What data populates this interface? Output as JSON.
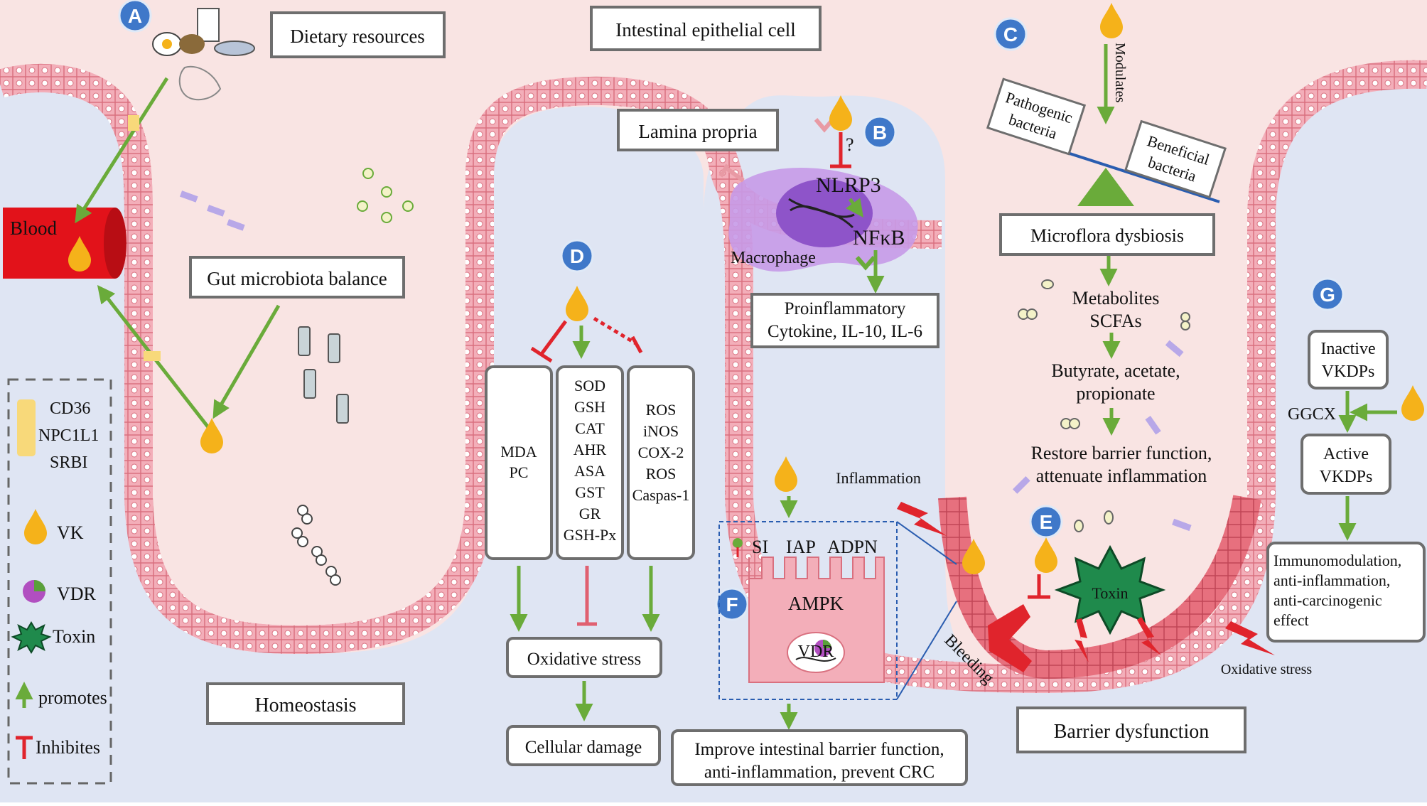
{
  "colors": {
    "lumen": "#f9e4e3",
    "tissue": "#dfe5f3",
    "epithelium": "#f3aeb9",
    "epithelium_damaged": "#e7707e",
    "blood": "#e2121a",
    "vk": "#f5b21a",
    "promote": "#6aab3a",
    "inhibit": "#e0242c",
    "label_circle": "#3f78c9"
  },
  "panel_labels": [
    "A",
    "B",
    "C",
    "D",
    "E",
    "F",
    "G"
  ],
  "top": {
    "dietary_resources": "Dietary resources",
    "epithelial_cell": "Intestinal epithelial cell",
    "lamina_propria": "Lamina propria"
  },
  "panel_a": {
    "blood": "Blood",
    "gut_balance": "Gut microbiota balance",
    "homeostasis": "Homeostasis"
  },
  "panel_b": {
    "question": "?",
    "nlrp3": "NLRP3",
    "nfkb": "NFκB",
    "macrophage": "Macrophage",
    "proinflammatory": [
      "Proinflammatory",
      "Cytokine, IL-10, IL-6"
    ]
  },
  "panel_c": {
    "modulates": "Modulates",
    "pathogenic": [
      "Pathogenic",
      "bacteria"
    ],
    "beneficial": [
      "Beneficial",
      "bacteria"
    ],
    "dysbiosis": "Microflora dysbiosis",
    "metabolites": [
      "Metabolites",
      "SCFAs"
    ],
    "butyrate": [
      "Butyrate, acetate,",
      "propionate"
    ],
    "restore": [
      "Restore barrier function,",
      "attenuate inflammation"
    ]
  },
  "panel_d": {
    "col1": [
      "MDA",
      "PC"
    ],
    "col2": [
      "SOD",
      "GSH",
      "CAT",
      "AHR",
      "ASA",
      "GST",
      "GR",
      "GSH-Px"
    ],
    "col3": [
      "ROS",
      "iNOS",
      "COX-2",
      "ROS",
      "Caspas-1"
    ],
    "oxidative_stress": "Oxidative stress",
    "cellular_damage": "Cellular damage"
  },
  "panel_e": {
    "inflammation": "Inflammation",
    "toxin": "Toxin",
    "bleeding": "Bleeding",
    "oxidative_stress": "Oxidative stress",
    "barrier_dysfunction": "Barrier dysfunction"
  },
  "panel_f": {
    "si": "SI",
    "iap": "IAP",
    "adpn": "ADPN",
    "ampk": "AMPK",
    "vdr": "VDR",
    "improve": [
      "Improve intestinal barrier function,",
      "anti-inflammation, prevent CRC"
    ]
  },
  "panel_g": {
    "inactive": [
      "Inactive",
      "VKDPs"
    ],
    "ggcx": "GGCX",
    "active": [
      "Active",
      "VKDPs"
    ],
    "effect": [
      "Immunomodulation,",
      "anti-inflammation,",
      "anti-carcinogenic",
      "effect"
    ]
  },
  "legend": {
    "transporters": [
      "CD36",
      "NPC1L1",
      "SRBI"
    ],
    "vk": "VK",
    "vdr": "VDR",
    "toxin": "Toxin",
    "promotes": "promotes",
    "inhibites": "Inhibites"
  }
}
